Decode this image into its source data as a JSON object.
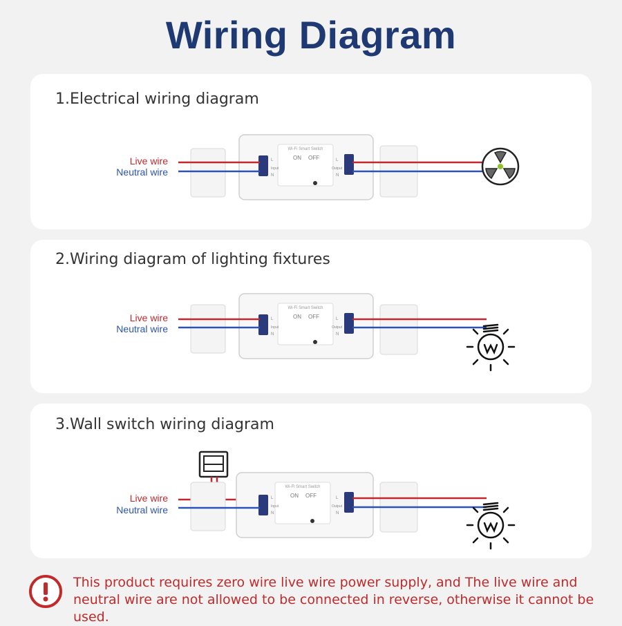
{
  "title": "Wiring Diagram",
  "sections": [
    {
      "heading": "1.Electrical wiring diagram",
      "load": "fan-icon"
    },
    {
      "heading": "2.Wiring diagram of lighting fixtures",
      "load": "light-bulb-icon"
    },
    {
      "heading": "3.Wall switch wiring diagram",
      "load": "light-bulb-icon",
      "extra": "wall-switch-icon"
    }
  ],
  "labels": {
    "live_wire": "Live wire",
    "neutral_wire": "Neutral wire"
  },
  "device": {
    "name": "Wi-Fi Smart Switch",
    "on": "ON",
    "off": "OFF",
    "terminal_l": "L",
    "terminal_n": "N",
    "input": "Input",
    "output": "Output"
  },
  "warning": {
    "text": "This product requires zero wire live wire power supply, and The live wire and neutral wire are not allowed to be connected in reverse, otherwise it cannot be used."
  },
  "colors": {
    "title": "#1f3a73",
    "live_wire": "#c0282d",
    "neutral_wire": "#2a52b8",
    "warning": "#c12a2a"
  }
}
